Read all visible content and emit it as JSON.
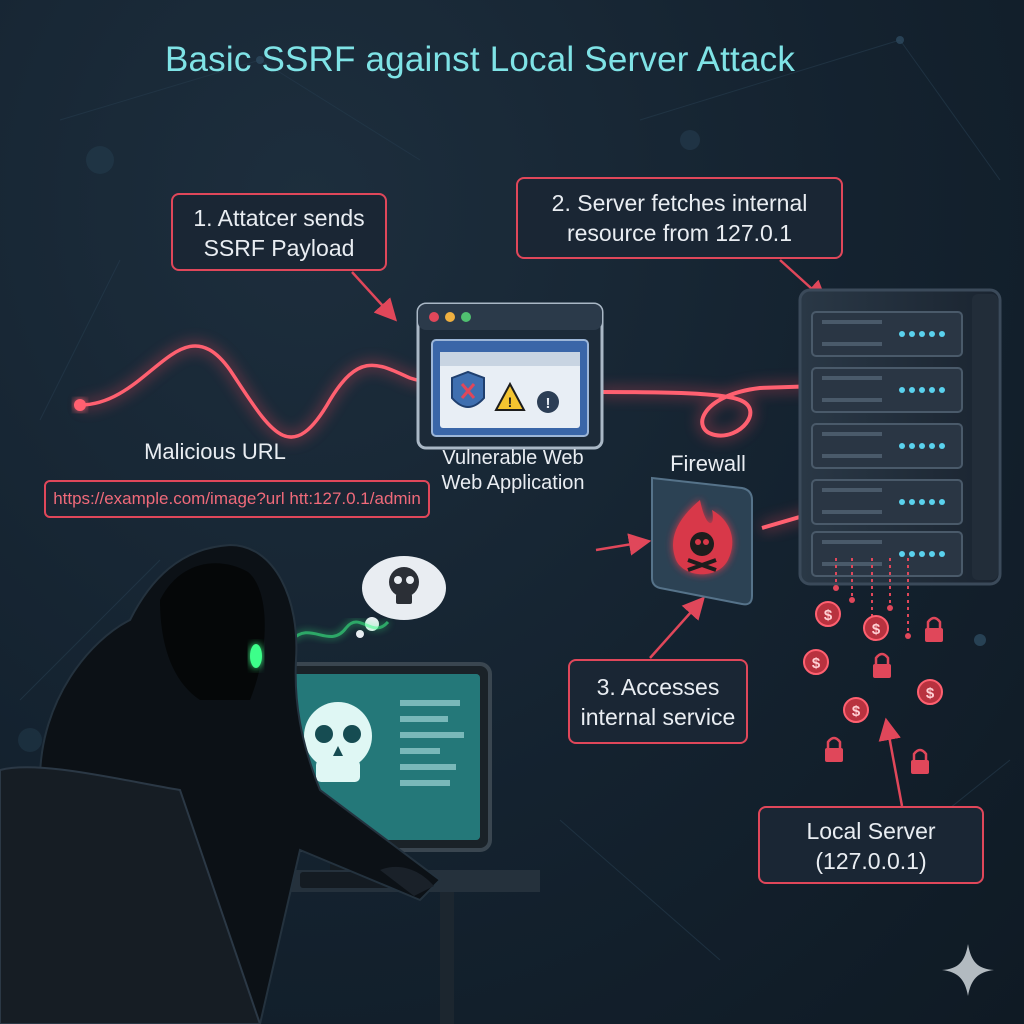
{
  "title": "Basic SSRF against Local Server Attack",
  "callouts": {
    "step1": "1. Attatcer sends\nSSRF Payload",
    "step2": "2. Server fetches internal\nresource from 127.0.1",
    "step3": "3. Accesses\ninternal service",
    "local_server": "Local Server\n(127.0.0.1)"
  },
  "labels": {
    "malicious_url": "Malicious URL",
    "url_value": "https://example.com/image?url htt:127.0.1/admin",
    "vulnerable_app_line1": "Vulnerable Web",
    "vulnerable_app_line2": "Web Application",
    "firewall": "Firewall"
  },
  "colors": {
    "accent_red": "#e0475a",
    "title_cyan": "#7fe3e6",
    "hacker_green": "#3dff8a"
  }
}
